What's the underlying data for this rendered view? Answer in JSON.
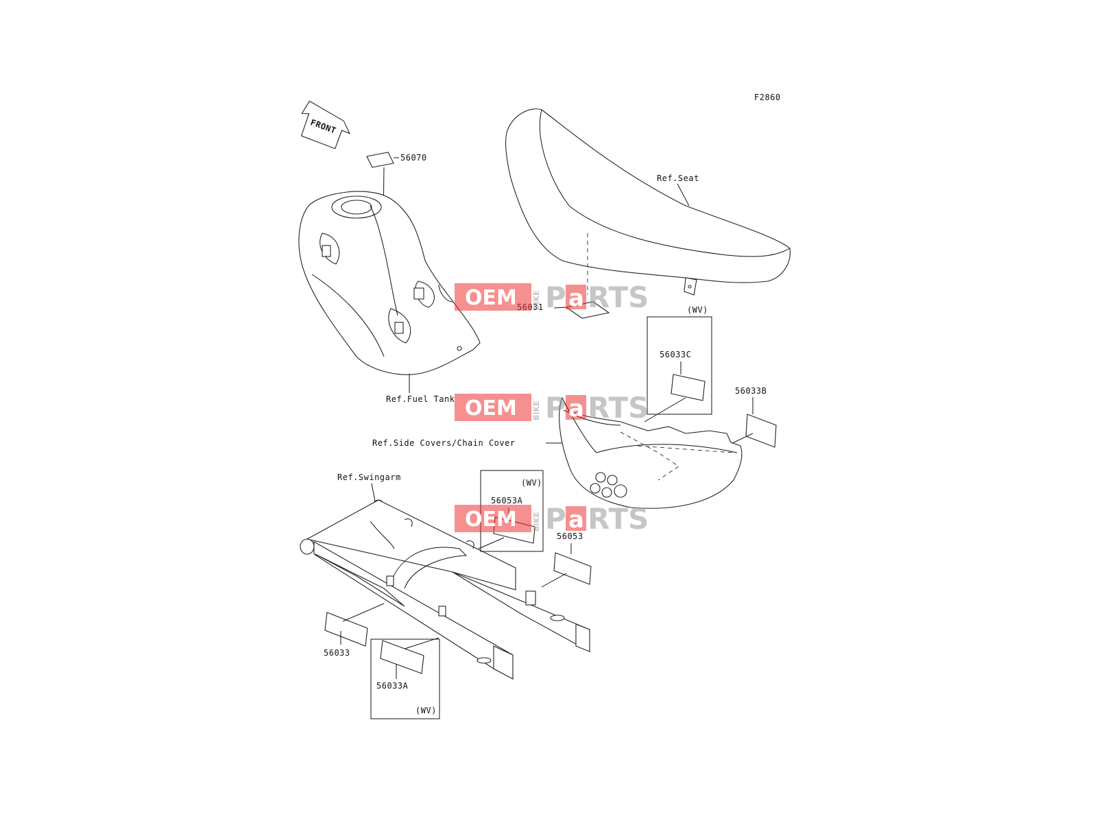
{
  "figure_code": "F2860",
  "front_label": "FRONT",
  "labels": {
    "p56070": "56070",
    "ref_seat": "Ref.Seat",
    "p56031": "56031",
    "wv_top": "(WV)",
    "p56033C": "56033C",
    "p56033B": "56033B",
    "ref_fuel_tank": "Ref.Fuel Tank",
    "ref_side_covers": "Ref.Side Covers/Chain Cover",
    "ref_swingarm": "Ref.Swingarm",
    "wv_mid": "(WV)",
    "p56053A": "56053A",
    "p56053": "56053",
    "p56033": "56033",
    "p56033A": "56033A",
    "wv_bottom": "(WV)"
  },
  "watermark": {
    "oem": "OEM",
    "bike": "BIKE",
    "parts_a": "a",
    "parts_p": "P",
    "parts_rts": "RTS",
    "color": "#e33333"
  }
}
